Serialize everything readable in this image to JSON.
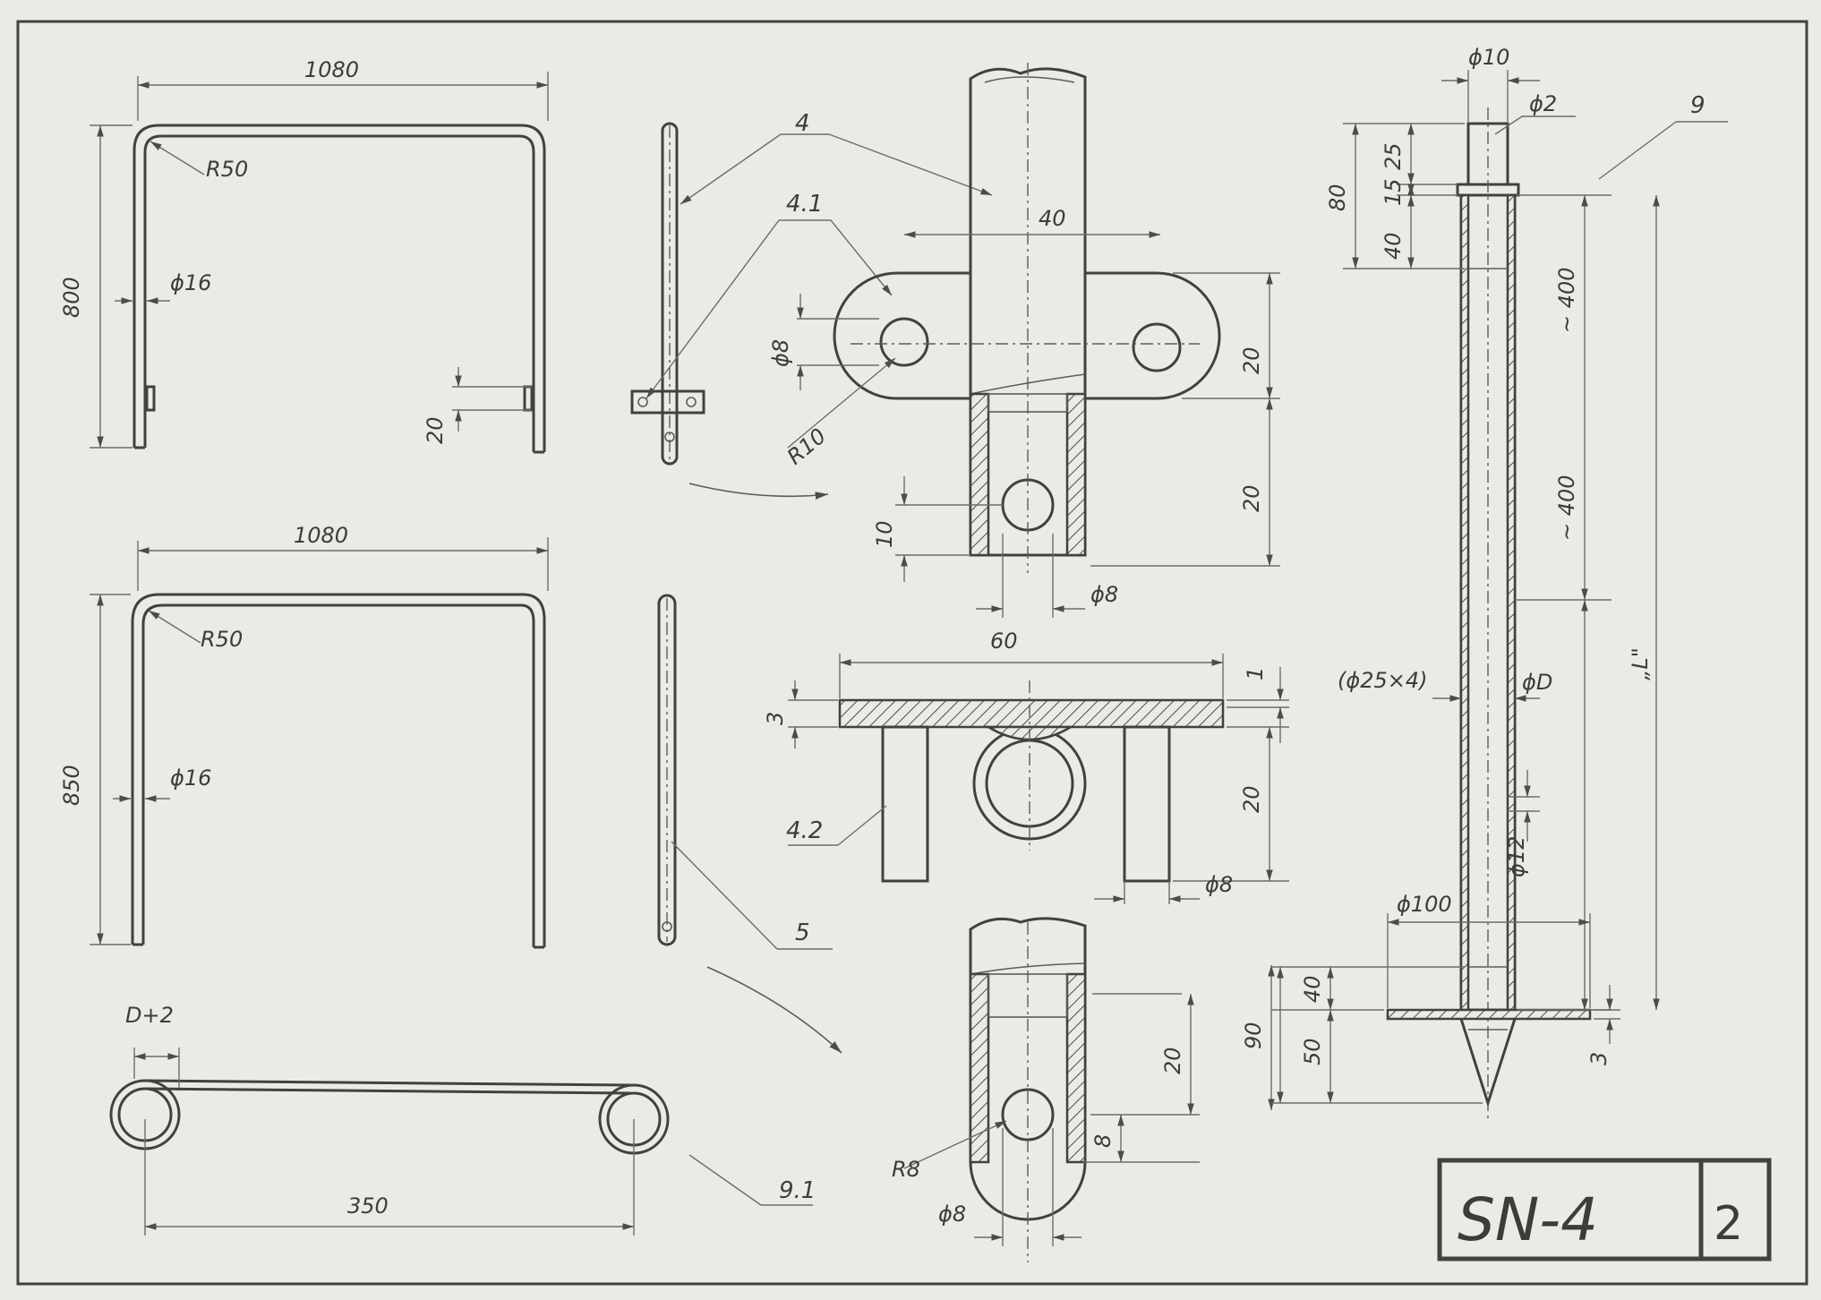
{
  "sheet": {
    "code": "SN-4",
    "page": "2"
  },
  "labels": {
    "frame1_width": "1080",
    "frame1_radius": "R50",
    "frame1_height": "800",
    "frame1_diam": "ϕ16",
    "frame1_tab": "20",
    "frame2_width": "1080",
    "frame2_radius": "R50",
    "frame2_height": "850",
    "frame2_diam": "ϕ16",
    "spring_gap": "D+2",
    "spring_length": "350",
    "part_4": "4",
    "part_41": "4.1",
    "part_42": "4.2",
    "part_5": "5",
    "part_9": "9",
    "part_91": "9.1",
    "lug_width": "40",
    "lug_hole": "ϕ8",
    "lug_radius": "R10",
    "lug_h1": "20",
    "lug_h2": "20",
    "tube_10": "10",
    "tube_hole": "ϕ8",
    "plate_width": "60",
    "plate_thk": "3",
    "plate_gap": "1",
    "plate_h": "20",
    "pin_diam": "ϕ8",
    "end_90": "90",
    "end_20": "20",
    "end_8": "8",
    "end_r8": "R8",
    "end_hole": "ϕ8",
    "stake_top_diam": "ϕ10",
    "stake_pin": "ϕ2",
    "stake_25": "25",
    "stake_15": "15",
    "stake_40": "40",
    "stake_80": "80",
    "stake_400a": "~ 400",
    "stake_400b": "~ 400",
    "stake_L": "„L\"",
    "stake_tube": "(ϕ25×4)",
    "stake_D": "ϕD",
    "stake_12": "ϕ12",
    "stake_100": "ϕ100",
    "stake_b40": "40",
    "stake_b50": "50",
    "stake_b3": "3"
  }
}
